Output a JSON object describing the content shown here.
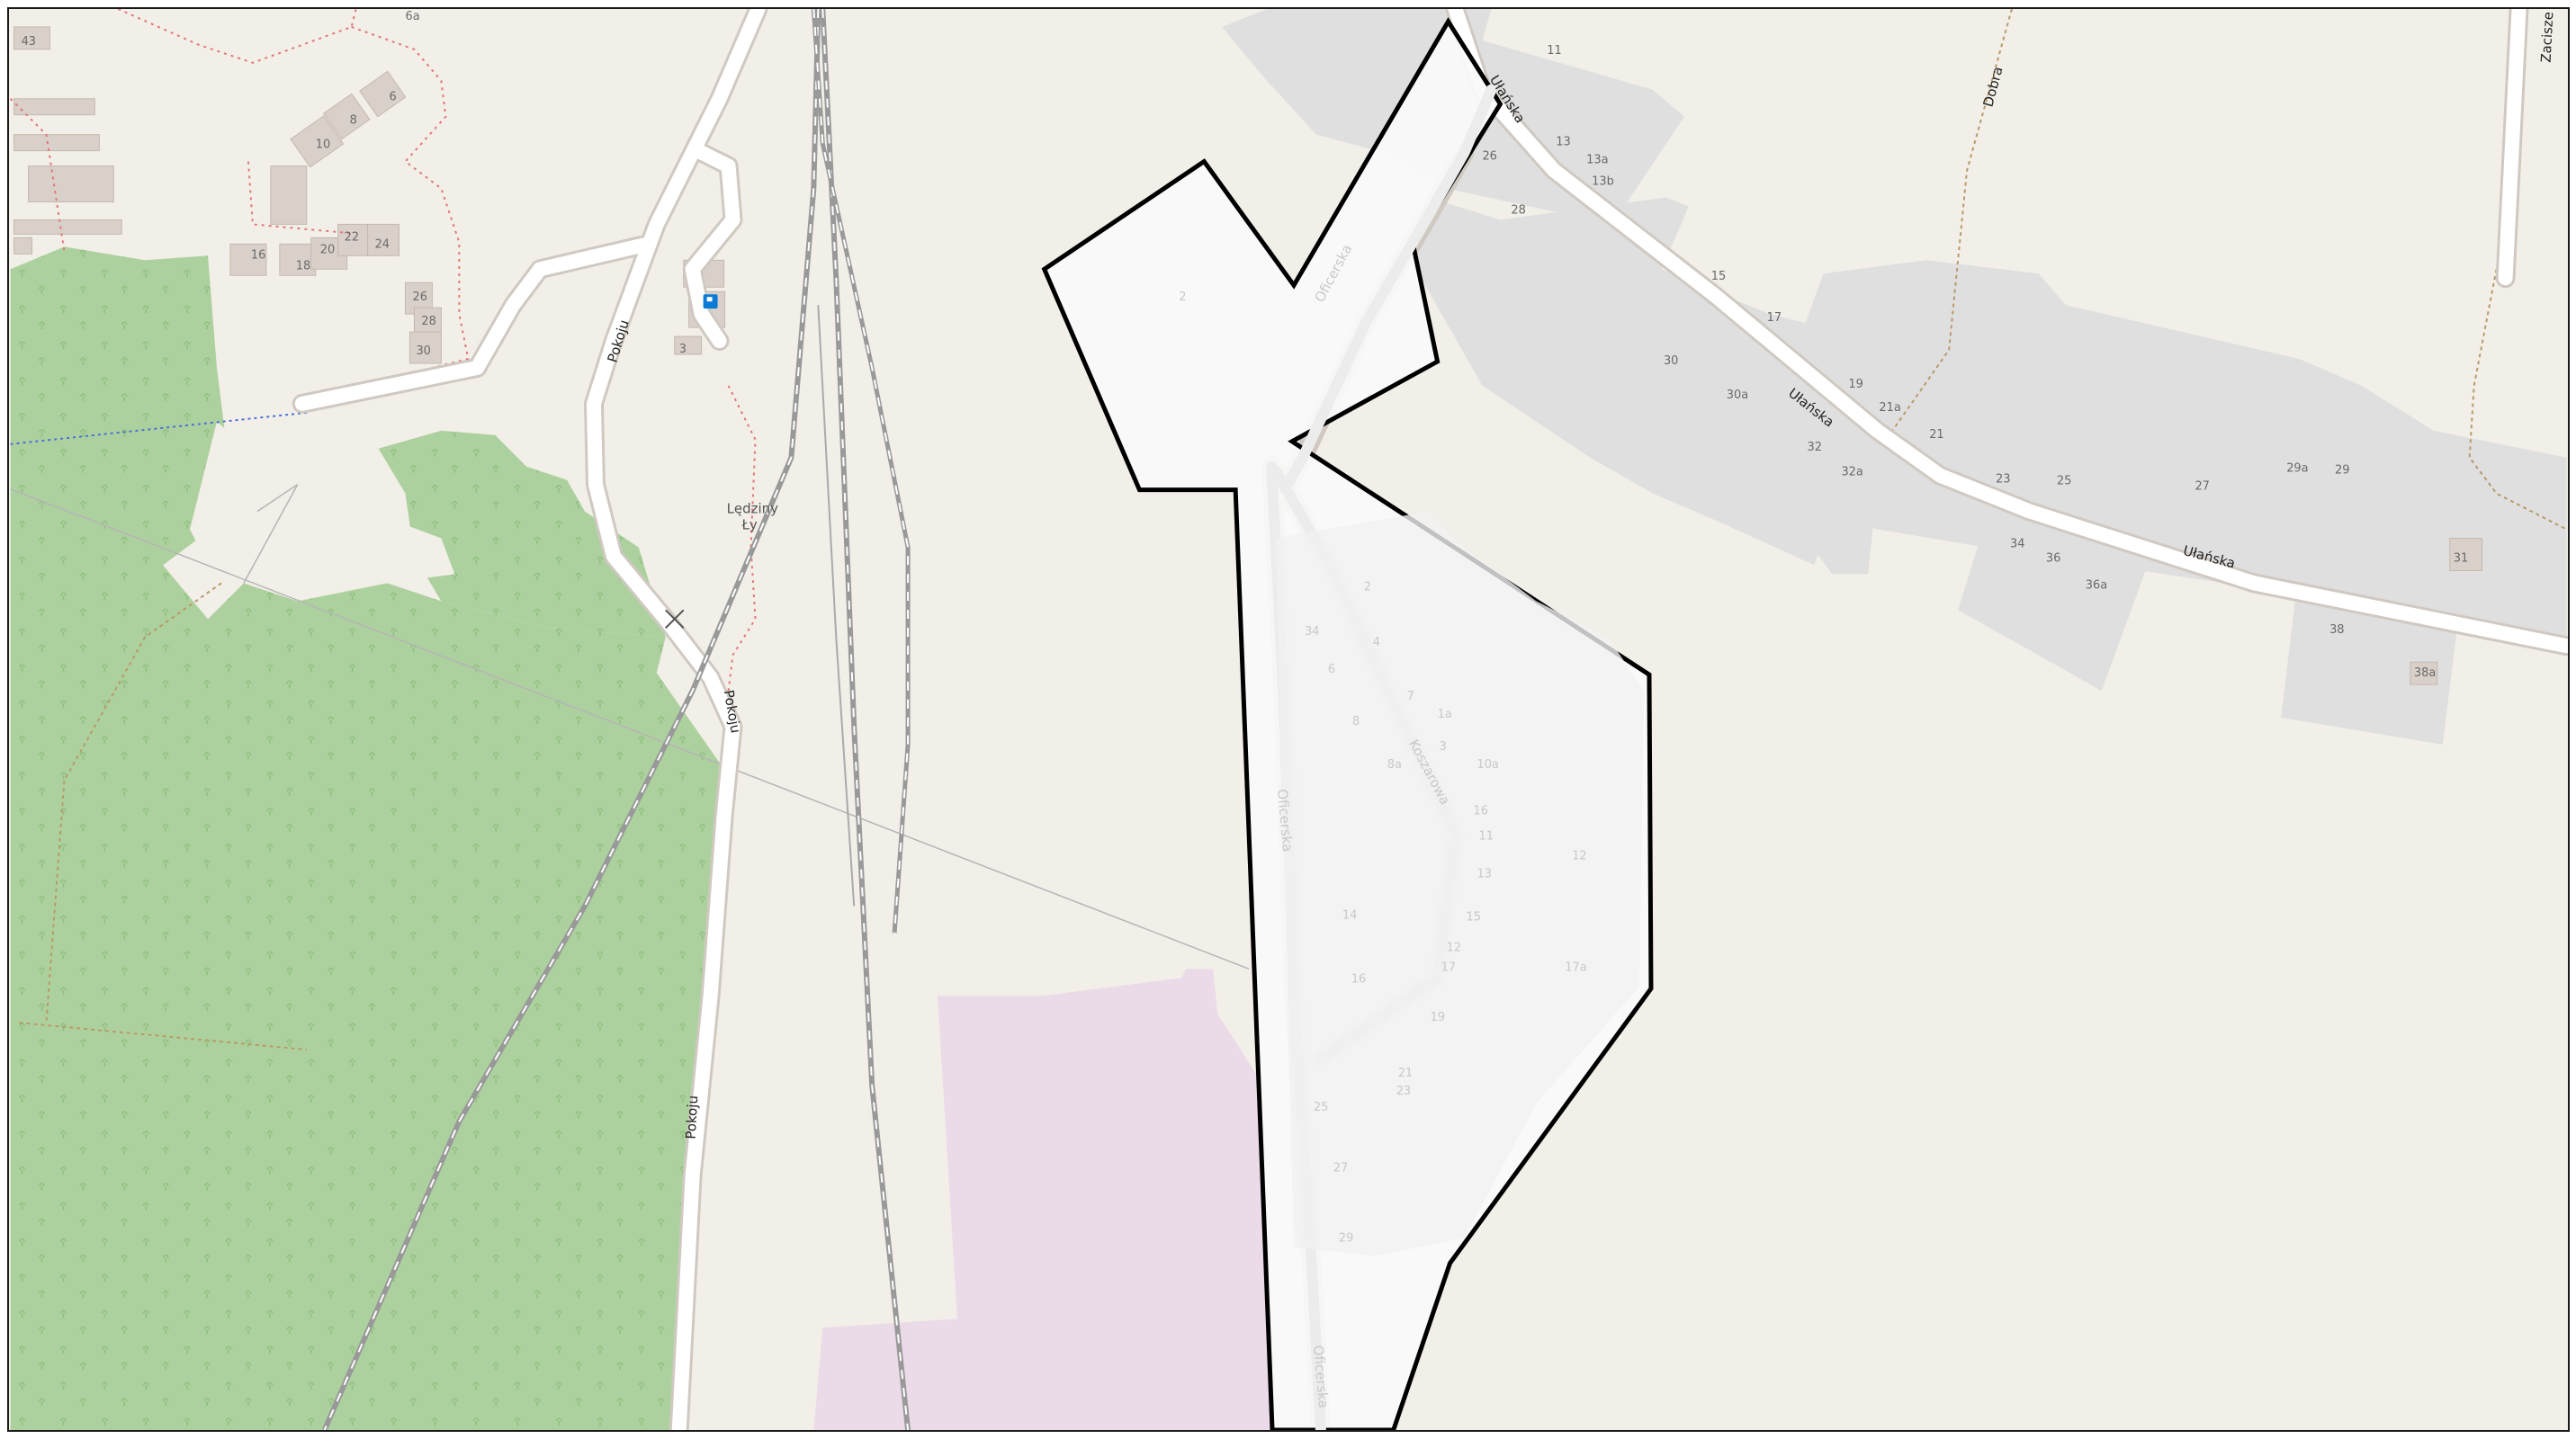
{
  "map": {
    "streets": {
      "ulanska": "Ułańska",
      "pokoju": "Pokoju",
      "oficerska": "Oficerska",
      "dobra": "Dobra",
      "zacisze": "Zacisze",
      "koszarowa": "Koszarowa"
    },
    "place_label": {
      "line1": "Lędziny",
      "line2": "Ły"
    },
    "house_numbers_top_left": [
      "6a",
      "43",
      "6",
      "8",
      "10",
      "16",
      "18",
      "20",
      "22",
      "24",
      "26",
      "28",
      "30",
      "3"
    ],
    "house_numbers_right": [
      "11",
      "26",
      "13",
      "13a",
      "13b",
      "28",
      "15",
      "17",
      "30",
      "30a",
      "19",
      "21a",
      "21",
      "32",
      "32a",
      "23",
      "25",
      "27",
      "29a",
      "29",
      "31",
      "34",
      "36",
      "36a",
      "38",
      "38a"
    ],
    "house_numbers_inside": [
      "2",
      "2",
      "34",
      "4",
      "6",
      "8",
      "8a",
      "7",
      "1a",
      "3",
      "10a",
      "12",
      "16",
      "11",
      "13",
      "15",
      "12",
      "17",
      "17a",
      "14",
      "16",
      "19",
      "21",
      "23",
      "25",
      "27",
      "29"
    ],
    "colors": {
      "background": "#f2efe9",
      "forest": "#add19e",
      "industrial": "#ebdbe8",
      "residential": "#e0dfdf",
      "road": "#ffffff",
      "highlight_outline": "#000000",
      "rail": "#999999",
      "admin_boundary": "#e07878"
    },
    "icons": [
      "fuel-station-icon"
    ]
  }
}
